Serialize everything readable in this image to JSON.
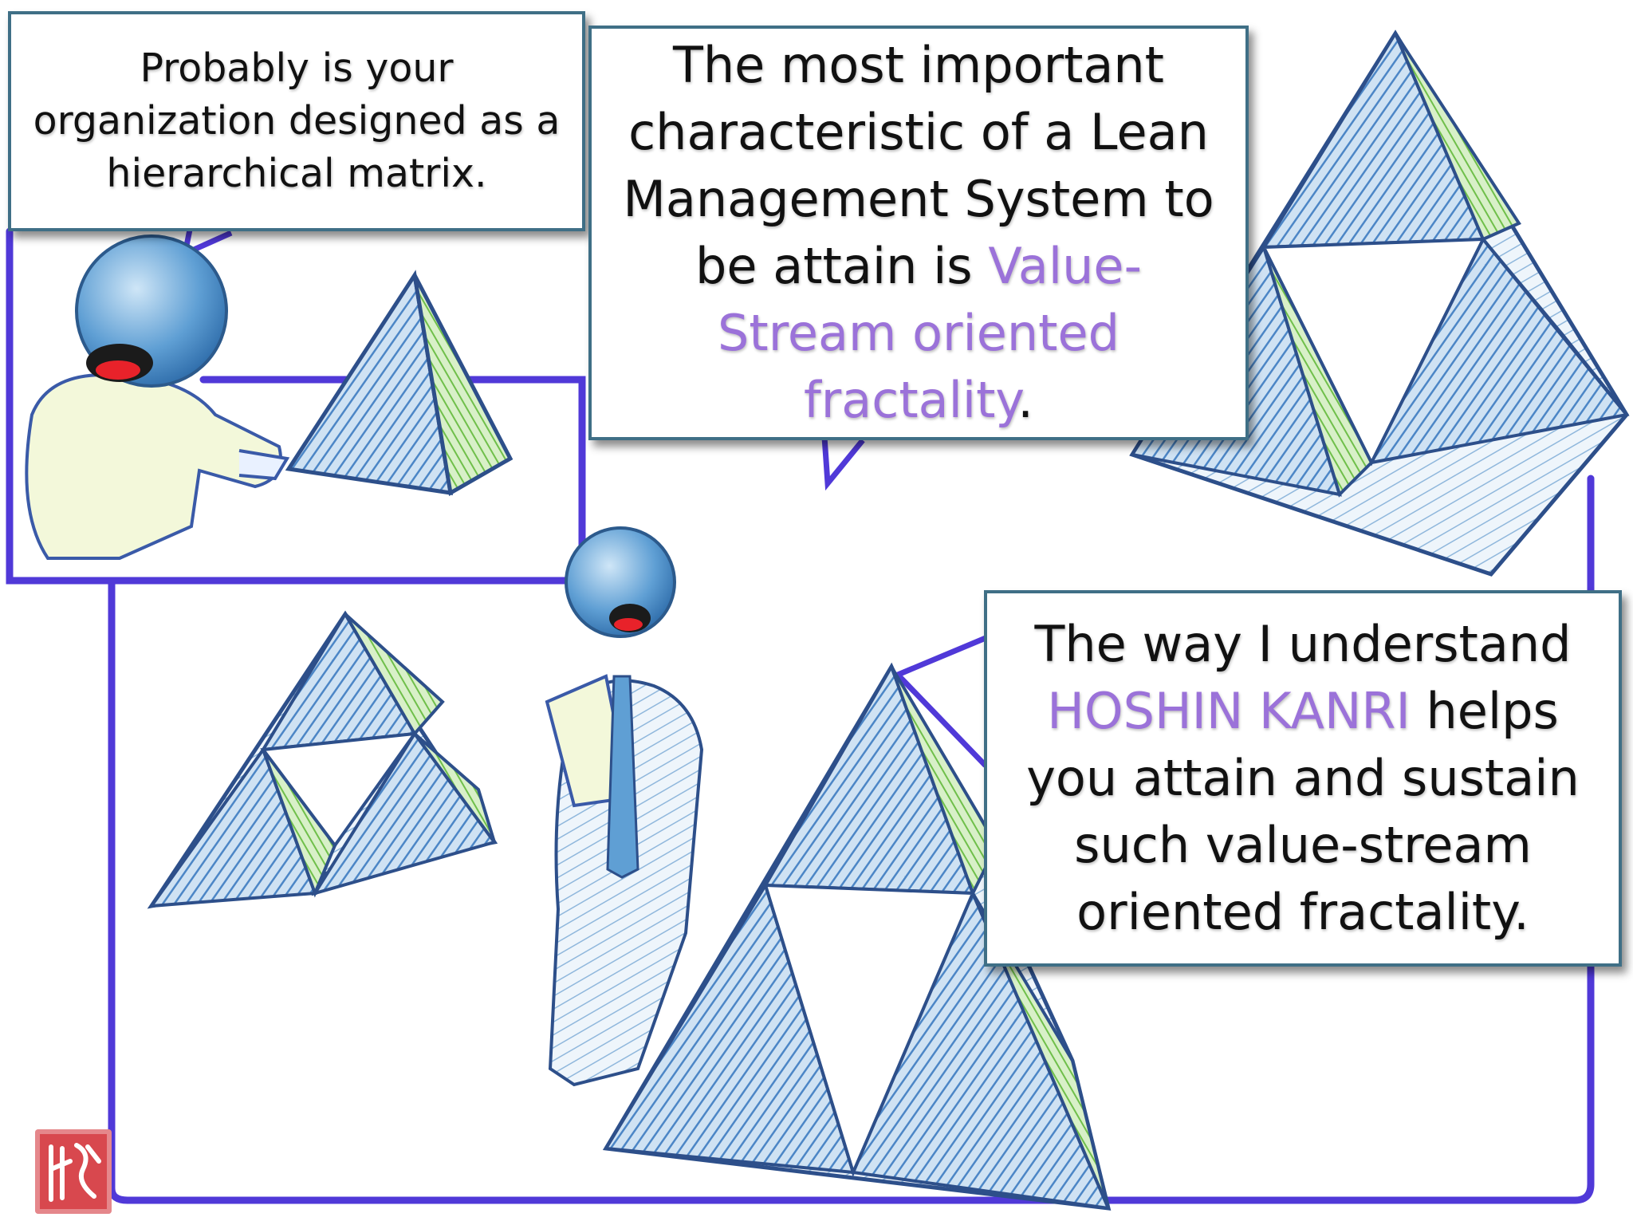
{
  "panels": {
    "top_left_caption": "Probably is your organization designed as a hierarchical matrix.",
    "center_caption": {
      "before": "The most important characteristic of a Lean Management System to be attain is ",
      "accent": "Value-Stream oriented fractality",
      "after": "."
    },
    "right_caption": {
      "accent": "HOSHIN KANRI",
      "before": "The way I understand ",
      "after": " helps you attain and sustain such value-stream oriented fractality."
    }
  },
  "colors": {
    "accent": "#9b72d9",
    "panel_border": "#5039d8",
    "caption_border": "#3f6f86",
    "pyramid_blue": "#4c86c6",
    "pyramid_green": "#6fbf4a",
    "head_blue": "#3d86c8",
    "mouth_red": "#e8222a",
    "seal_red": "#d8484e"
  },
  "icons": {
    "seal": "artist-seal-icon",
    "characters": "sketch-figure-icon",
    "pyramids": "sierpinski-pyramid-icon"
  }
}
